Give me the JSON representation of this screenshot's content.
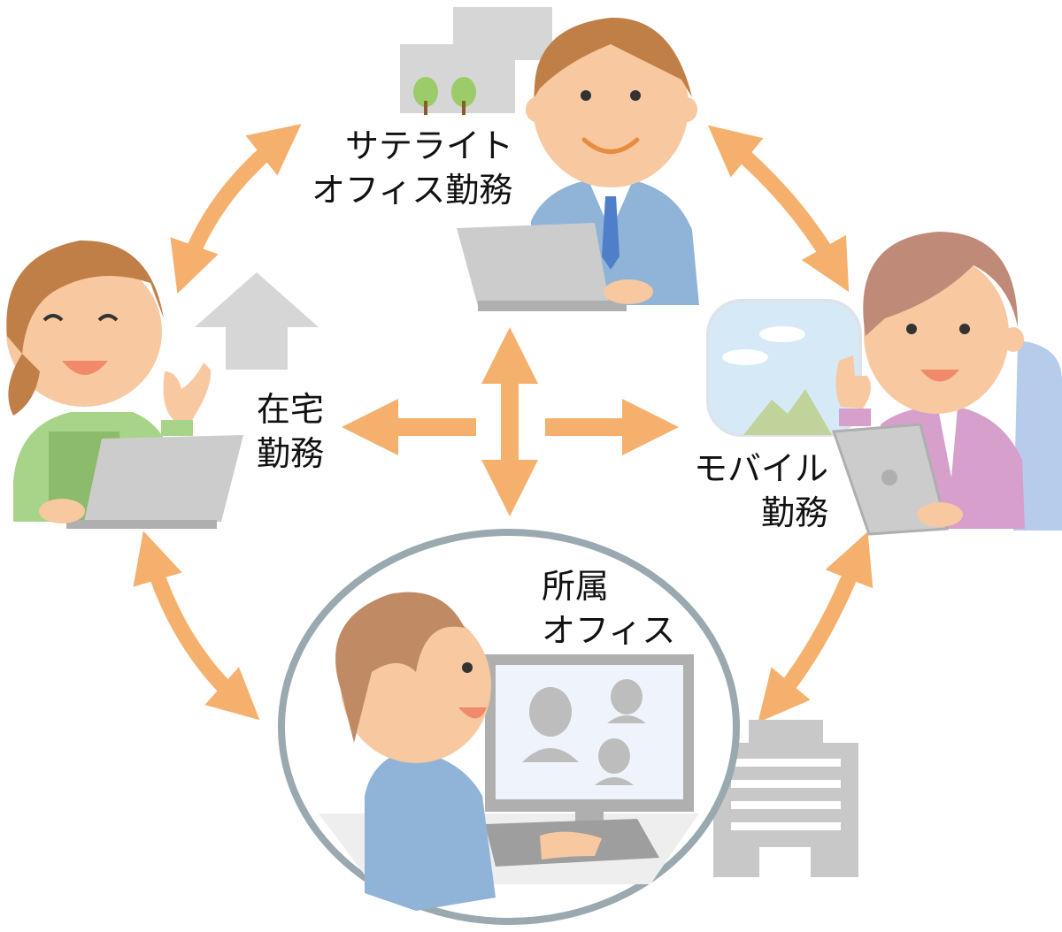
{
  "colors": {
    "arrow": "#F4B06C",
    "hair_brown": "#C07F47",
    "skin": "#F8C8A0",
    "mouth": "#F08A6A",
    "laptop": "#CCCCCC",
    "shirt_blue": "#8FB4D8",
    "apron_green": "#A8D48A",
    "jacket_purple": "#D79FCB",
    "gray_building": "#C8C8C8",
    "sky": "#D5E9F7",
    "oval_border": "#9AA9AF"
  },
  "labels": {
    "satellite": {
      "line1": "サテライト",
      "line2": "オフィス勤務"
    },
    "home": {
      "line1": "在宅",
      "line2": "勤務"
    },
    "mobile": {
      "line1": "モバイル",
      "line2": "勤務"
    },
    "office": {
      "line1": "所属",
      "line2": "オフィス"
    }
  },
  "icons": {
    "satellite_building": "building-with-trees-icon",
    "home": "house-arrow-icon",
    "window": "airplane-window-icon",
    "office_building": "office-building-icon"
  }
}
